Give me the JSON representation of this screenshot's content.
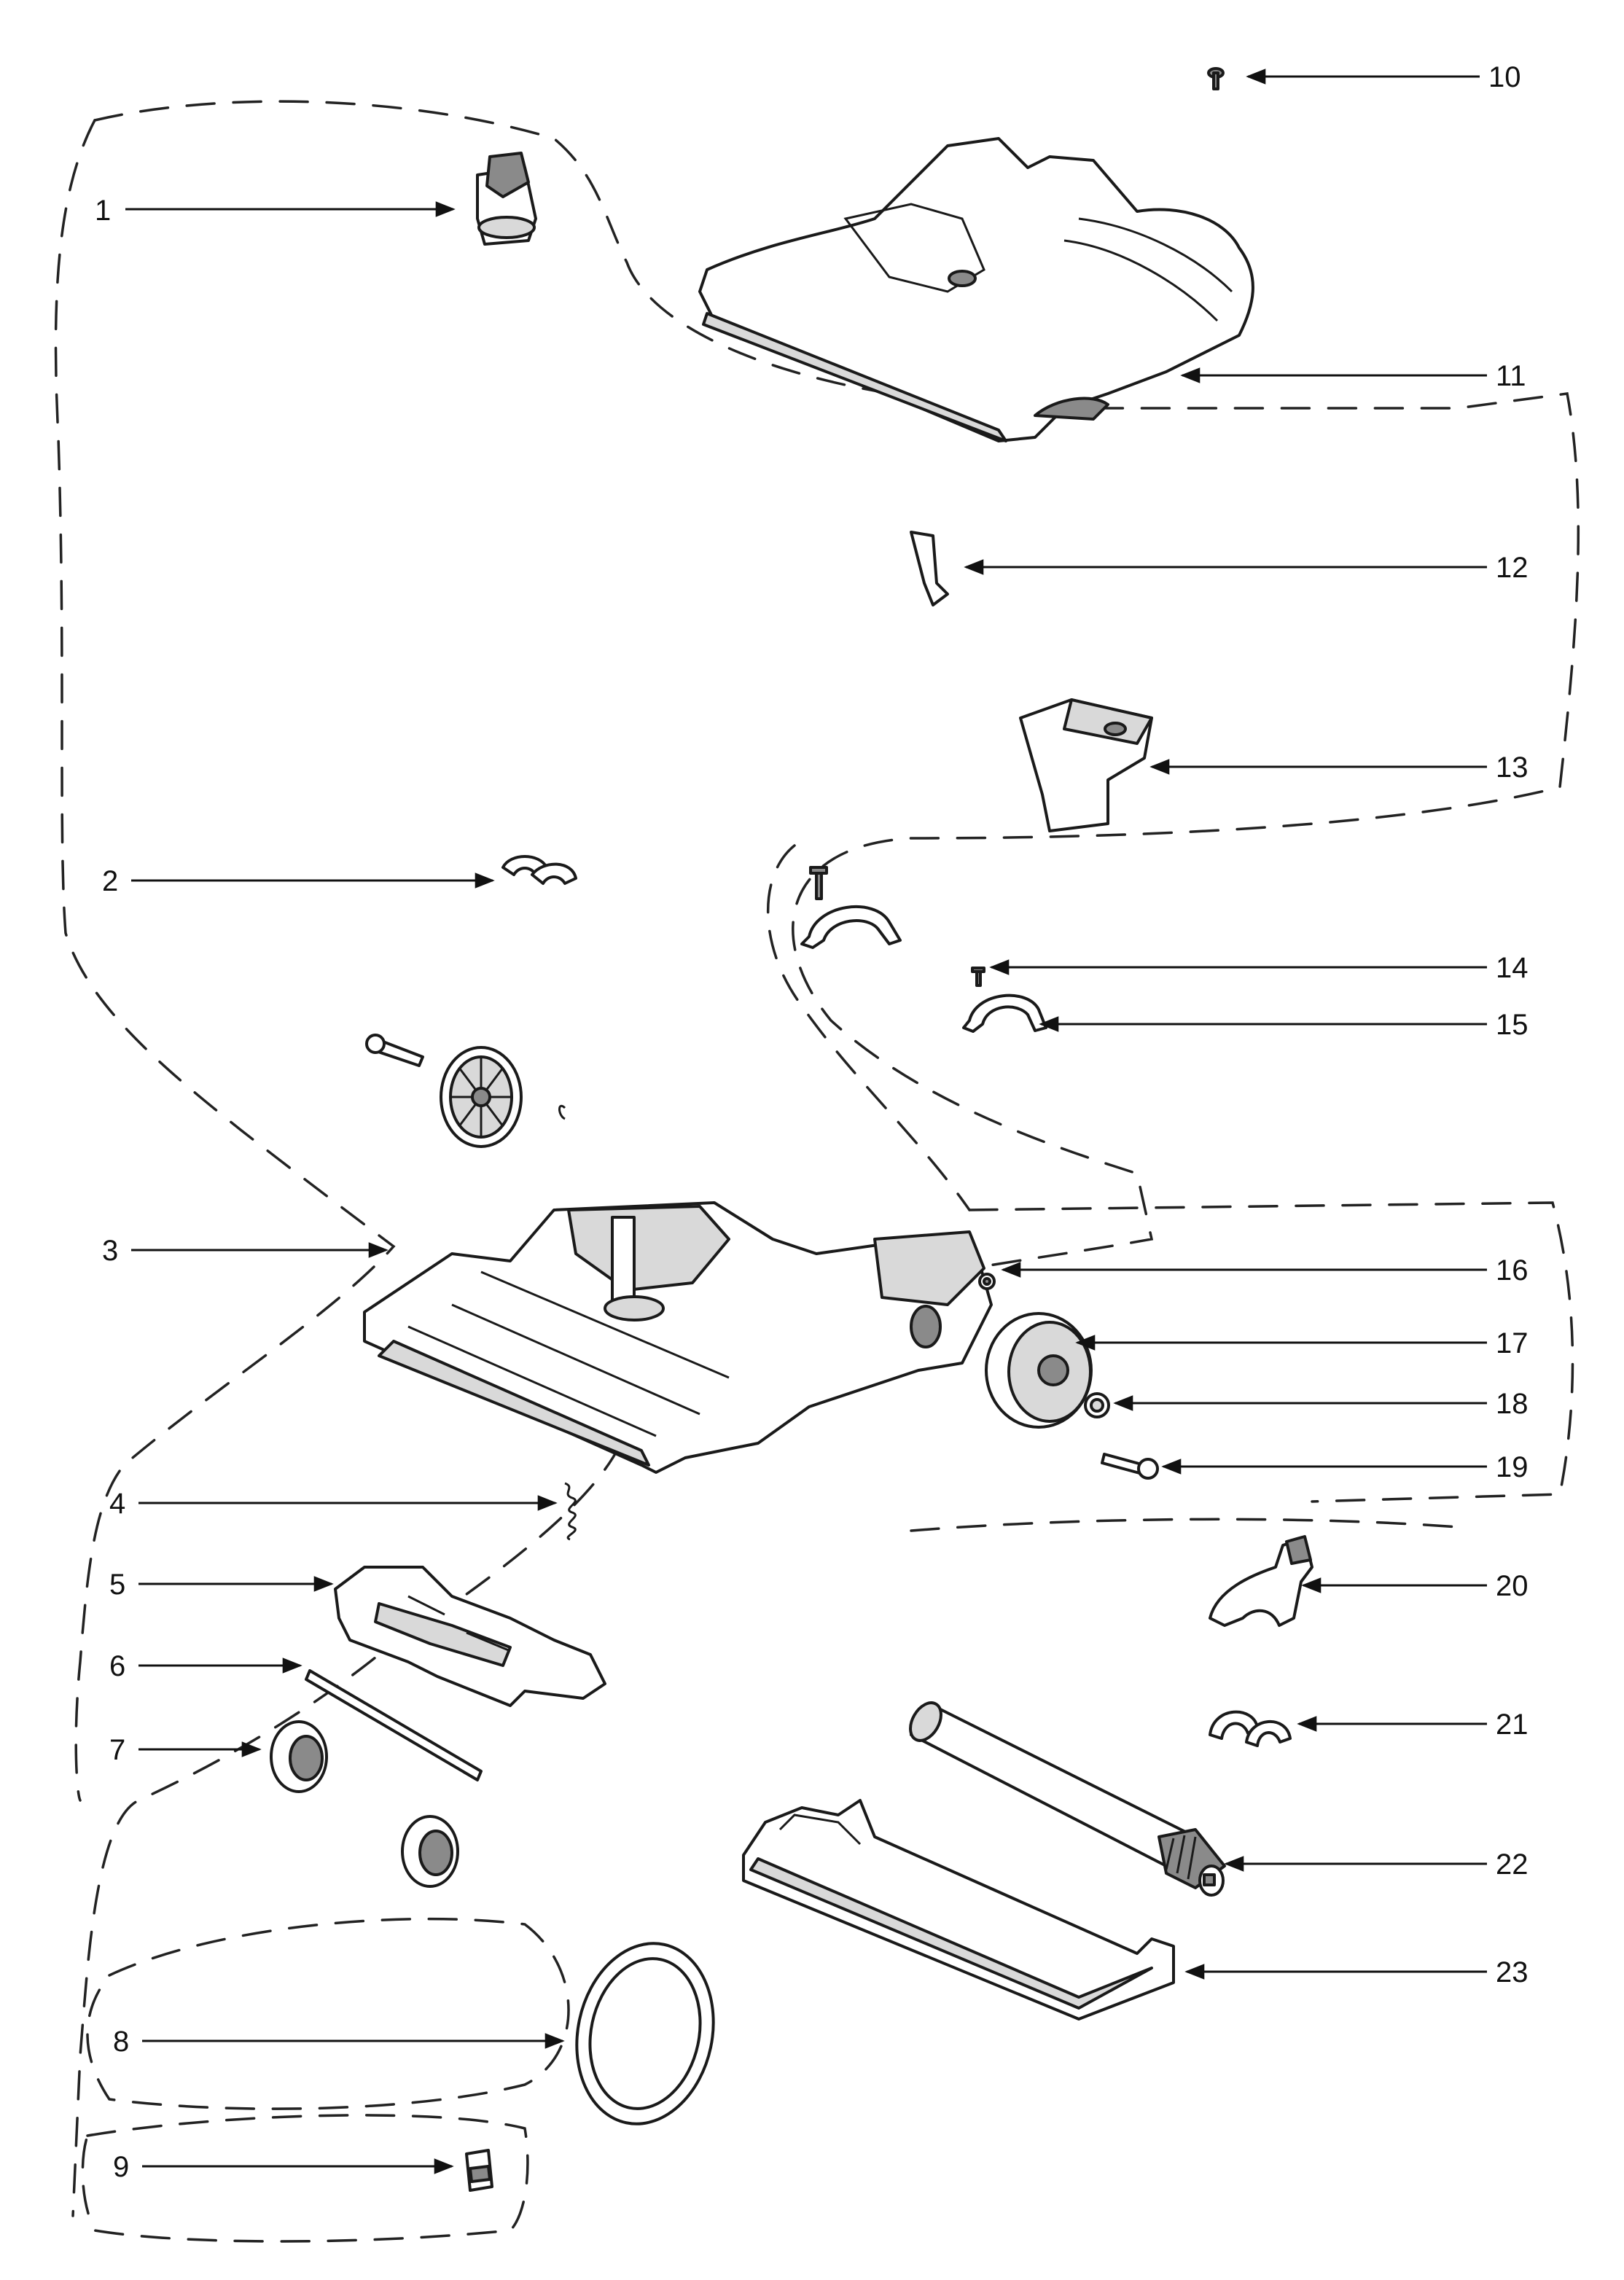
{
  "callouts": [
    {
      "id": "c1",
      "text": "1"
    },
    {
      "id": "c2",
      "text": "2"
    },
    {
      "id": "c3",
      "text": "3"
    },
    {
      "id": "c4",
      "text": "4"
    },
    {
      "id": "c5",
      "text": "5"
    },
    {
      "id": "c6",
      "text": "6"
    },
    {
      "id": "c7",
      "text": "7"
    },
    {
      "id": "c8",
      "text": "8"
    },
    {
      "id": "c9",
      "text": "9"
    },
    {
      "id": "c10",
      "text": "10"
    },
    {
      "id": "c11",
      "text": "11"
    },
    {
      "id": "c12",
      "text": "12"
    },
    {
      "id": "c13",
      "text": "13"
    },
    {
      "id": "c14",
      "text": "14"
    },
    {
      "id": "c15",
      "text": "15"
    },
    {
      "id": "c16",
      "text": "16"
    },
    {
      "id": "c17",
      "text": "17"
    },
    {
      "id": "c18",
      "text": "18"
    },
    {
      "id": "c19",
      "text": "19"
    },
    {
      "id": "c20",
      "text": "20"
    },
    {
      "id": "c21",
      "text": "21"
    },
    {
      "id": "c22",
      "text": "22"
    },
    {
      "id": "c23",
      "text": "23"
    }
  ]
}
